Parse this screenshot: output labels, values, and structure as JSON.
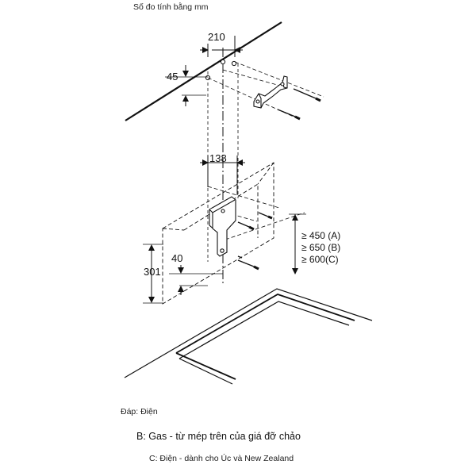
{
  "header": {
    "units_note": "Số đo tính bằng mm"
  },
  "dimensions": {
    "upper_width": "210",
    "upper_offset": "45",
    "bracket_width": "138",
    "total_height": "301",
    "lower_offset": "40"
  },
  "clearances": {
    "a": "≥ 450 (A)",
    "b": "≥ 650 (B)",
    "c": "≥ 600(C)"
  },
  "captions": {
    "a": "Đáp: Điện",
    "b": "B: Gas - từ mép trên của giá đỡ chảo",
    "c": "C: Điện - dành cho Úc và New Zealand"
  }
}
